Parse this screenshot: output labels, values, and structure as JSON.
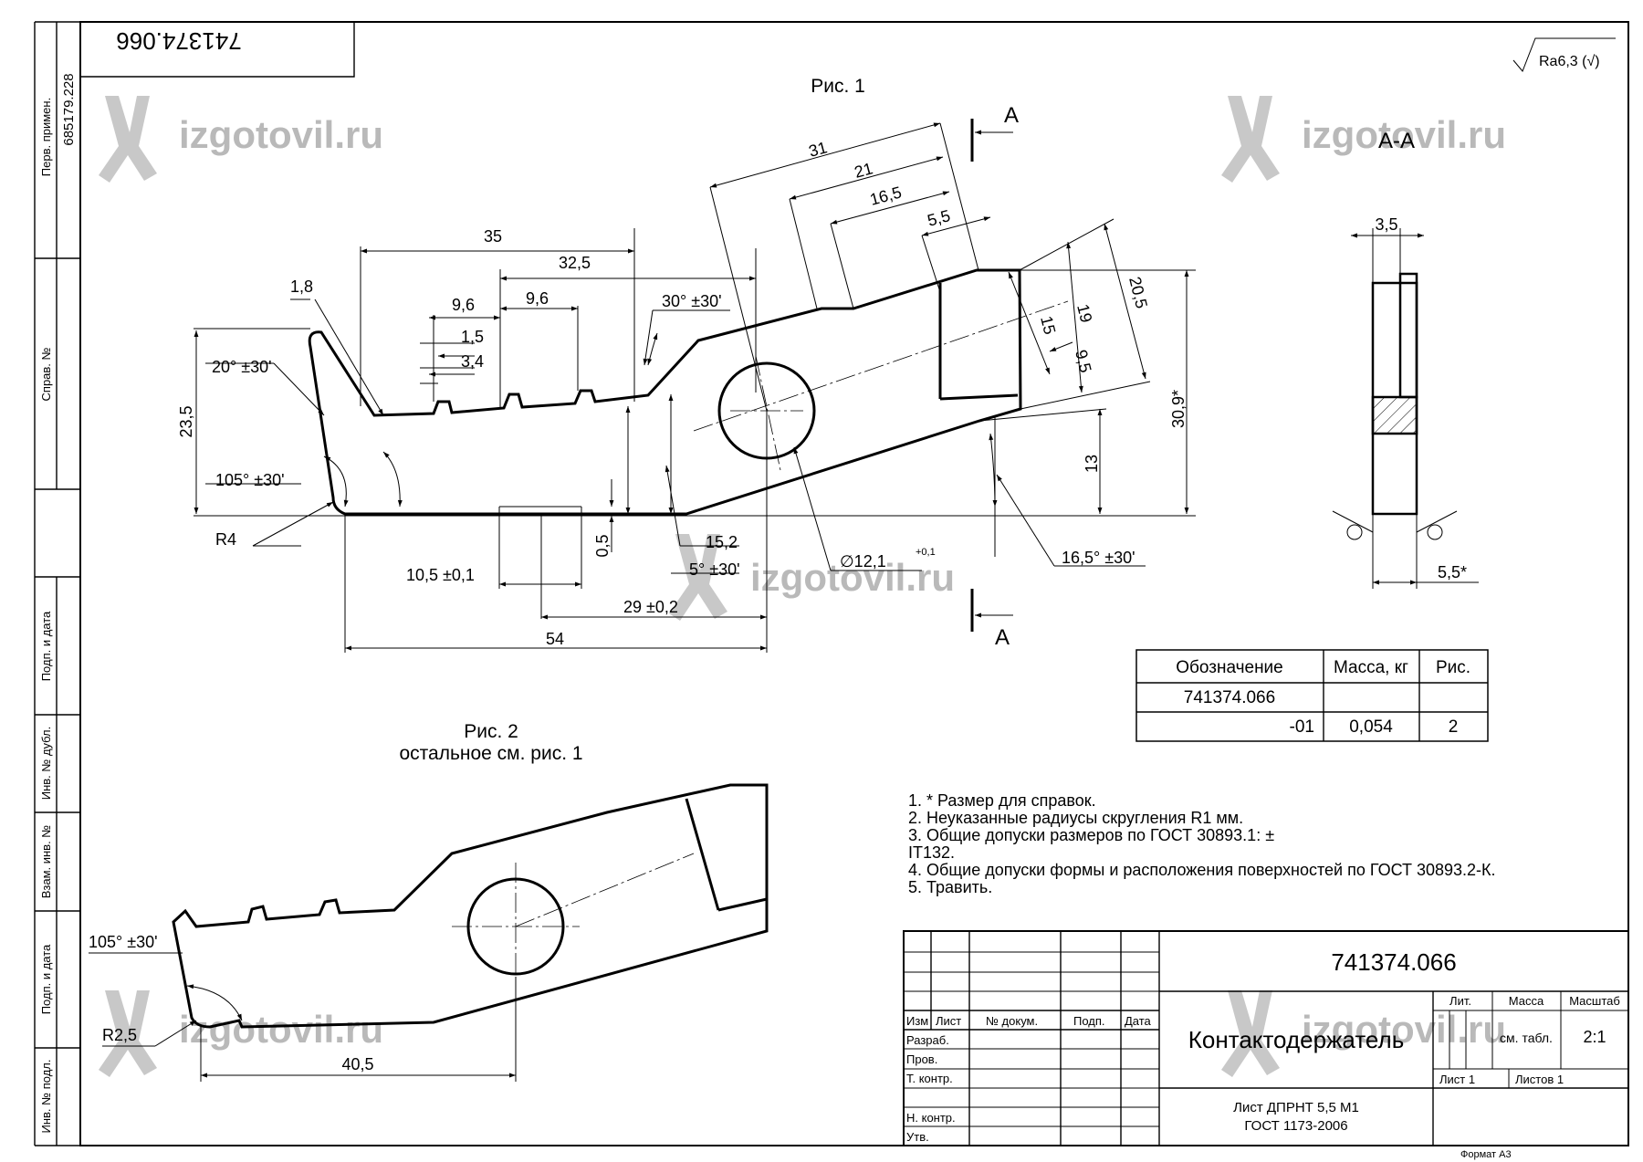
{
  "doc_number": "741374.066",
  "surface_roughness": "Ra6,3 (√)",
  "watermark": "izgotovil.ru",
  "side_stamps": {
    "perv_primen_label": "Перв. примен.",
    "perv_primen_value": "685179.228",
    "sprav_label": "Справ. №",
    "podp_data_label": "Подп. и дата",
    "inv_dubl_label": "Инв. № дубл.",
    "vzam_inv_label": "Взам. инв. №",
    "podp_data2_label": "Подп. и дата",
    "inv_podl_label": "Инв. № подл."
  },
  "fig1": {
    "title": "Рис. 1",
    "dims": {
      "d31": "31",
      "d21": "21",
      "d16_5": "16,5",
      "d5_5": "5,5",
      "d35": "35",
      "d32_5": "32,5",
      "d9_6a": "9,6",
      "d9_6b": "9,6",
      "d1_8": "1,8",
      "d1_5": "1,5",
      "d3_4": "3,4",
      "a20": "20° ±30'",
      "a30": "30° ±30'",
      "d23_5": "23,5",
      "a105": "105° ±30'",
      "r4": "R4",
      "d0_5": "0,5",
      "d15_2": "15,2",
      "a5": "5° ±30'",
      "d10_5": "10,5 ±0,1",
      "d29": "29 ±0,2",
      "d54": "54",
      "dia": "∅12,1",
      "dia_tol": "+0,1",
      "d15": "15",
      "d19": "19",
      "d20_5": "20,5",
      "d9_5": "9,5",
      "d30_9": "30,9*",
      "d13": "13",
      "a16_5": "16,5° ±30'"
    },
    "section_letter": "A"
  },
  "section": {
    "title": "A-A",
    "d3_5": "3,5",
    "d5_5": "5,5*"
  },
  "fig2": {
    "title": "Рис. 2",
    "subtitle": "остальное см. рис. 1",
    "a105": "105° ±30'",
    "r2_5": "R2,5",
    "d40_5": "40,5"
  },
  "variants_table": {
    "headers": [
      "Обозначение",
      "Масса, кг",
      "Рис."
    ],
    "rows": [
      [
        "741374.066",
        "",
        ""
      ],
      [
        "-01",
        "0,054",
        "2"
      ]
    ]
  },
  "notes": [
    "1. * Размер для справок.",
    "2. Неуказанные радиусы скругления R1 мм.",
    "3. Общие допуски размеров по ГОСТ 30893.1: ±",
    "IT132.",
    "4. Общие допуски формы и расположения поверхностей по ГОСТ 30893.2-К.",
    "5. Травить."
  ],
  "title_block": {
    "doc_number": "741374.066",
    "part_name": "Контактодержатель",
    "material_line1": "Лист ДПРНТ 5,5 М1",
    "material_line2": "ГОСТ 1173-2006",
    "col_izm": "Изм",
    "col_list": "Лист",
    "col_doc": "№ докум.",
    "col_podp": "Подп.",
    "col_date": "Дата",
    "razrab": "Разраб.",
    "prov": "Пров.",
    "tkontr": "Т. контр.",
    "nkontr": "Н. контр.",
    "utv": "Утв.",
    "lit": "Лит.",
    "massa": "Масса",
    "masshtab": "Масштаб",
    "massa_value": "см. табл.",
    "scale_value": "2:1",
    "sheet": "Лист 1",
    "sheets": "Листов 1"
  },
  "format": "Формат А3"
}
